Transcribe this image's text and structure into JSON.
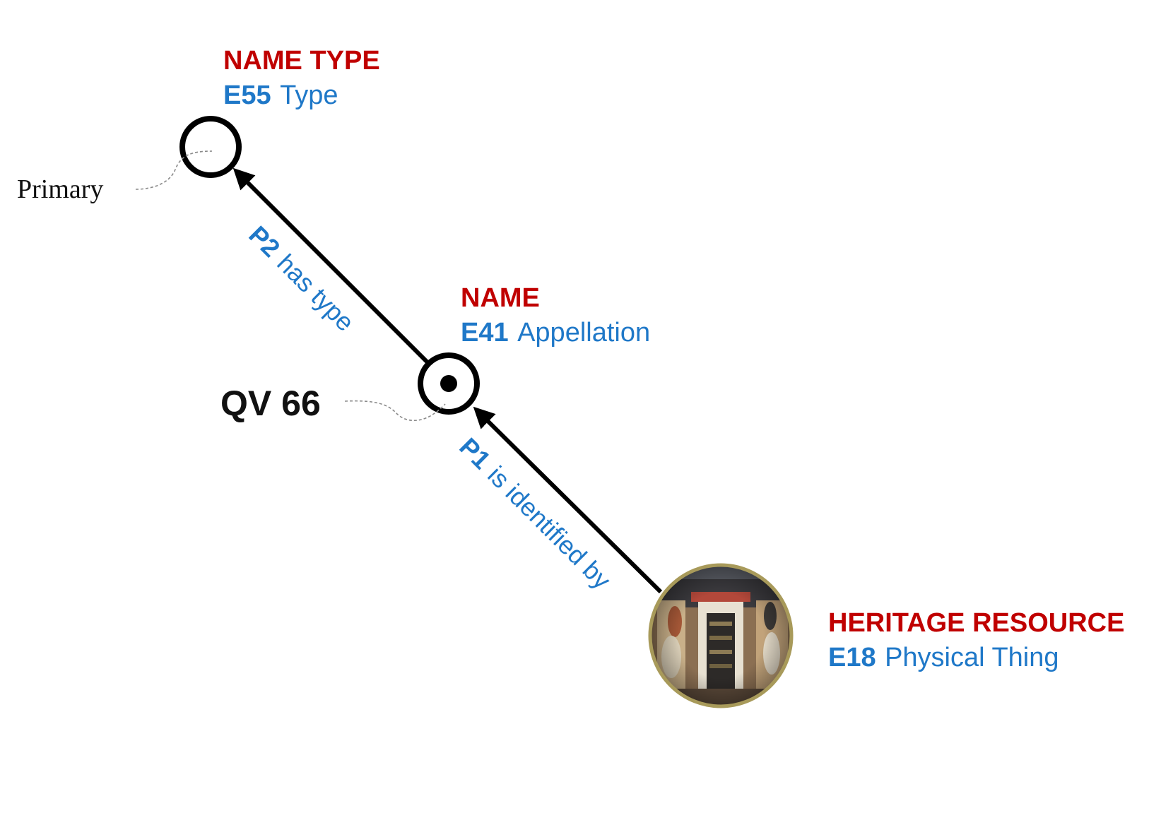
{
  "nodes": {
    "name_type": {
      "role": "NAME TYPE",
      "code": "E55",
      "class_name": "Type"
    },
    "name": {
      "role": "NAME",
      "code": "E41",
      "class_name": "Appellation"
    },
    "heritage_resource": {
      "role": "HERITAGE RESOURCE",
      "code": "E18",
      "class_name": "Physical Thing"
    }
  },
  "edges": {
    "has_type": {
      "code": "P2",
      "label": "has type"
    },
    "is_identified_by": {
      "code": "P1",
      "label": "is identified by"
    }
  },
  "values": {
    "name_type_value": "Primary",
    "name_value": "QV 66"
  },
  "colors": {
    "role": "#c00000",
    "class": "#1f78c8",
    "node_stroke": "#000000",
    "photo_border": "#a89a5a"
  },
  "icons": {
    "heritage_resource_image": "tomb-interior-photo"
  }
}
